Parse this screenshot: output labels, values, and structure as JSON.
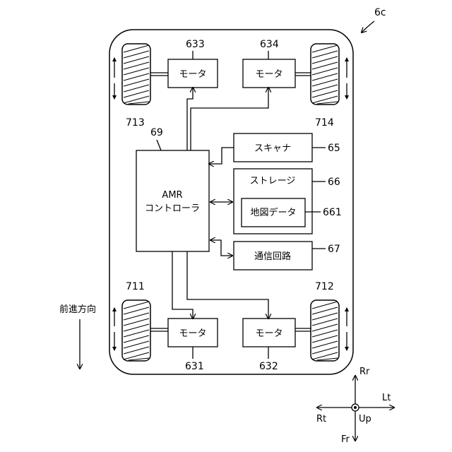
{
  "figure_ref": "6c",
  "controller": {
    "line1": "AMR",
    "line2": "コントローラ",
    "ref": "69"
  },
  "motors": {
    "fl": {
      "label": "モータ",
      "ref": "633"
    },
    "fr": {
      "label": "モータ",
      "ref": "634"
    },
    "rl": {
      "label": "モータ",
      "ref": "631"
    },
    "rr": {
      "label": "モータ",
      "ref": "632"
    }
  },
  "wheels": {
    "fl": "713",
    "fr": "714",
    "rl": "711",
    "rr": "712"
  },
  "scanner": {
    "label": "スキャナ",
    "ref": "65"
  },
  "storage": {
    "label": "ストレージ",
    "ref": "66"
  },
  "map_data": {
    "label": "地図データ",
    "ref": "661"
  },
  "comm": {
    "label": "通信回路",
    "ref": "67"
  },
  "direction_label": "前進方向",
  "axes": {
    "up": "Up",
    "rr": "Rr",
    "fr": "Fr",
    "lt": "Lt",
    "rt": "Rt"
  }
}
